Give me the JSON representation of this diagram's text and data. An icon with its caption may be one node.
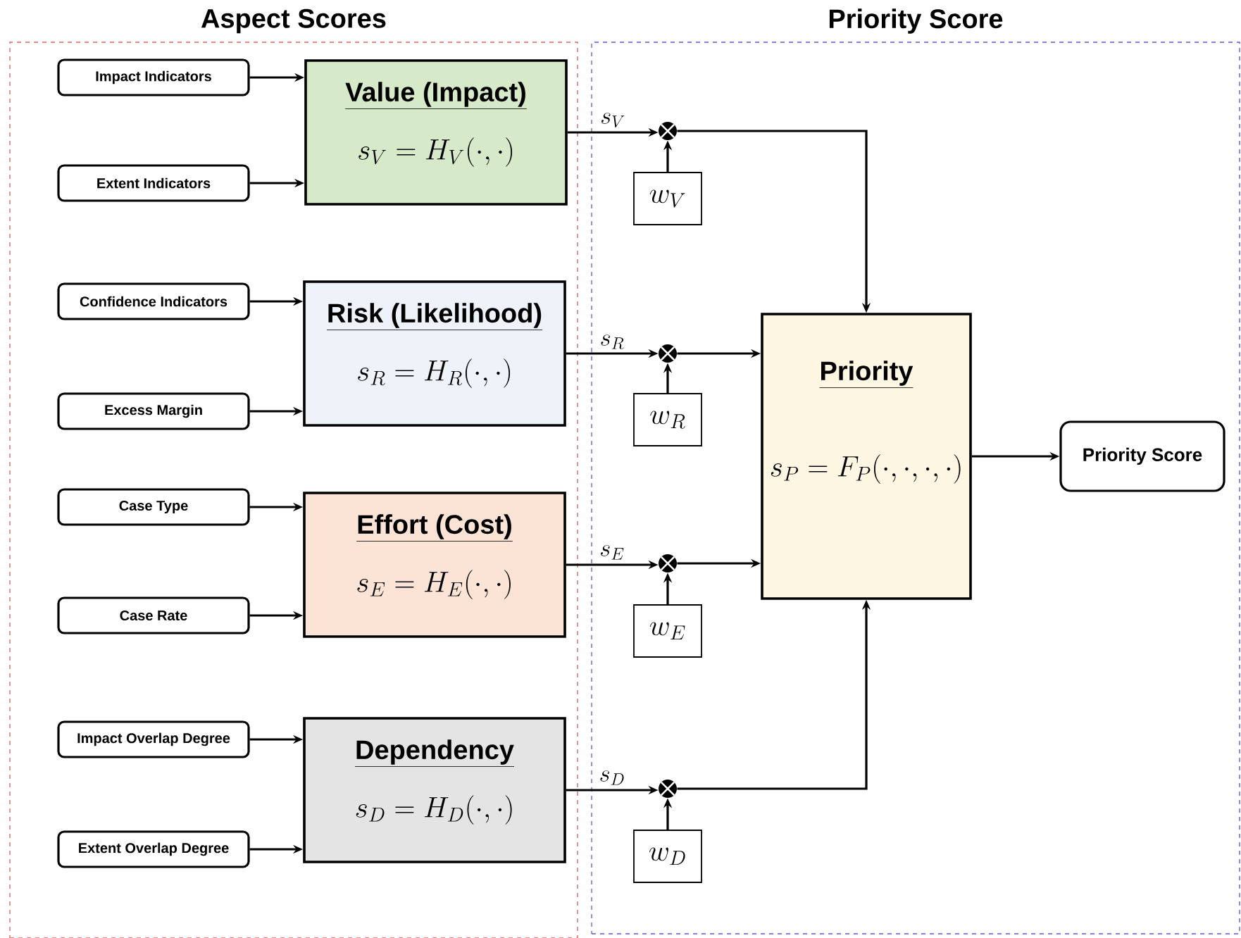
{
  "diagram": {
    "nodes": [
      {
        "text": [
          "Aspect Scores"
        ]
      },
      {
        "text": [
          "Impact Indicators"
        ],
        "in": 0
      },
      {
        "text": [
          "Extent Indicators"
        ],
        "in": 0
      },
      {
        "text": [
          "Value (Impact)",
          "s_V = H_V(\\cdot,\\cdot)"
        ],
        "in": 0
      },
      {
        "text": [
          "Confidence Indicators"
        ],
        "in": 0
      },
      {
        "text": [
          "Excess Margin"
        ],
        "in": 0
      },
      {
        "text": [
          "Risk (Likelihood)",
          "s_R = H_R(\\cdot,\\cdot)"
        ],
        "in": 0
      },
      {
        "text": [
          "Case Type"
        ],
        "in": 0
      },
      {
        "text": [
          "Case Rate"
        ],
        "in": 0
      },
      {
        "text": [
          "Effort (Cost)",
          "s_E = H_E(\\cdot,\\cdot)"
        ],
        "in": 0
      },
      {
        "text": [
          "Impact Overlap Degree"
        ],
        "in": 0
      },
      {
        "text": [
          "Extent Overlap Degree"
        ],
        "in": 0
      },
      {
        "text": [
          "Dependency",
          "s_D = H_D(\\cdot,\\cdot)"
        ],
        "in": 0
      },
      {
        "text": [
          "Priority Score"
        ]
      },
      {
        "text": [],
        "shape": "circle",
        "in": 13
      },
      {
        "text": [
          "w_V"
        ],
        "in": 13
      },
      {
        "text": [],
        "shape": "circle",
        "in": 13
      },
      {
        "text": [
          "w_R"
        ],
        "in": 13
      },
      {
        "text": [],
        "shape": "circle",
        "in": 13
      },
      {
        "text": [
          "w_E"
        ],
        "in": 13
      },
      {
        "text": [],
        "shape": "circle",
        "in": 13
      },
      {
        "text": [
          "w_D"
        ],
        "in": 13
      },
      {
        "text": [
          "Priority",
          "s_P = F_P(\\cdot,\\cdot,\\cdot,\\cdot)"
        ],
        "in": 13
      },
      {
        "text": [
          "Priority Score"
        ],
        "in": 13
      }
    ],
    "edges": [
      {
        "from": 1,
        "to": 3,
        "arrow": "to"
      },
      {
        "from": 2,
        "to": 3,
        "arrow": "to"
      },
      {
        "from": 4,
        "to": 6,
        "arrow": "to"
      },
      {
        "from": 5,
        "to": 6,
        "arrow": "to"
      },
      {
        "from": 7,
        "to": 9,
        "arrow": "to"
      },
      {
        "from": 8,
        "to": 9,
        "arrow": "to"
      },
      {
        "from": 10,
        "to": 12,
        "arrow": "to"
      },
      {
        "from": 11,
        "to": 12,
        "arrow": "to"
      },
      {
        "from": 3,
        "to": 14,
        "arrow": "to",
        "label": "s_V"
      },
      {
        "from": 6,
        "to": 16,
        "arrow": "to",
        "label": "s_R"
      },
      {
        "from": 9,
        "to": 18,
        "arrow": "to",
        "label": "s_E"
      },
      {
        "from": 12,
        "to": 20,
        "arrow": "to",
        "label": "s_D"
      },
      {
        "from": 15,
        "to": 14,
        "arrow": "to"
      },
      {
        "from": 17,
        "to": 16,
        "arrow": "to"
      },
      {
        "from": 19,
        "to": 18,
        "arrow": "to"
      },
      {
        "from": 21,
        "to": 20,
        "arrow": "to"
      },
      {
        "from": 14,
        "to": 22,
        "arrow": "to"
      },
      {
        "from": 16,
        "to": 22,
        "arrow": "to"
      },
      {
        "from": 18,
        "to": 22,
        "arrow": "to"
      },
      {
        "from": 20,
        "to": 22,
        "arrow": "to"
      },
      {
        "from": 22,
        "to": 23,
        "arrow": "to"
      }
    ]
  }
}
